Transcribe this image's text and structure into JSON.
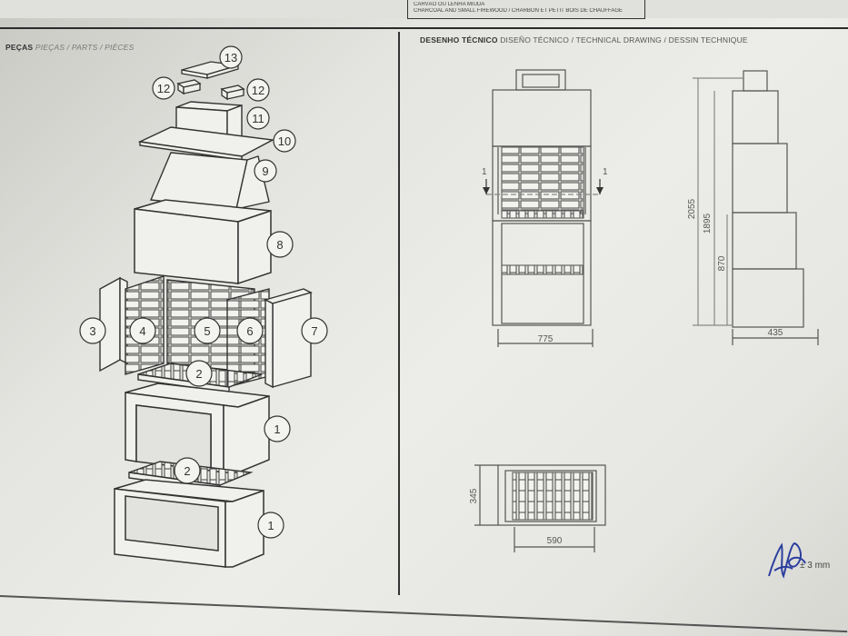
{
  "top_legend": {
    "line1": "CARVÃO OU LENHA MIÚDA",
    "line2": "CHARCOAL AND SMALL FIREWOOD / CHARBON ET PETIT BOIS DE CHAUFFAGE"
  },
  "parts_header": {
    "main": "PEÇAS",
    "rest": "PIEÇAS / PARTS / PIÈCES"
  },
  "drawing_header": {
    "main": "DESENHO TÉCNICO",
    "rest": "DISEÑO TÉCNICO / TECHNICAL DRAWING / DESSIN TECHNIQUE"
  },
  "part_numbers": {
    "p13": "13",
    "p12a": "12",
    "p12b": "12",
    "p11": "11",
    "p10": "10",
    "p9": "9",
    "p8": "8",
    "p3": "3",
    "p4": "4",
    "p5": "5",
    "p6": "6",
    "p7": "7",
    "p2a": "2",
    "p1a": "1",
    "p2b": "2",
    "p1b": "1"
  },
  "dimensions": {
    "front_width": "775",
    "side_width": "435",
    "height_total": "2055",
    "height_mid": "1895",
    "height_low": "870",
    "plan_width": "590",
    "plan_depth": "345",
    "section_left": "1",
    "section_right": "1"
  },
  "tolerance": "± 3 mm",
  "colors": {
    "line": "#333333",
    "paper": "#e6e6e2",
    "ink_signature": "#2c3f9e"
  },
  "icons": {
    "signature": "blue-ink-signature"
  }
}
